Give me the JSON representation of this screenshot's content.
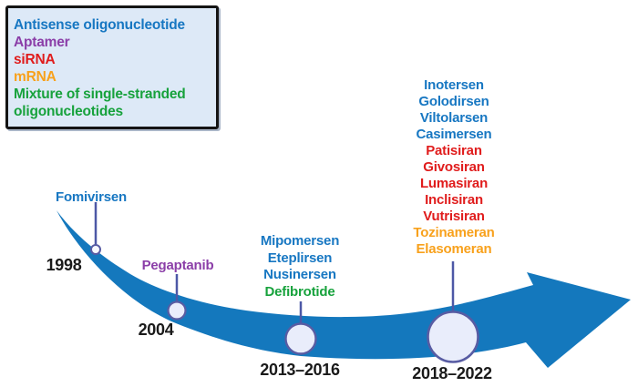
{
  "palette": {
    "blue": "#1777c2",
    "purple": "#8b3ea8",
    "red": "#e01c1c",
    "orange": "#f8a11c",
    "green": "#17a23c",
    "arrow": "#1478bd",
    "node_fill": "#e9edfb",
    "node_fill_small": "#f7f9ff",
    "node_stroke": "#585ca3",
    "connector": "#4d58a6",
    "year_color": "#1a1a1a",
    "legend_bg": "#dde9f7",
    "legend_border": "#141414"
  },
  "legend": {
    "items": [
      {
        "label": "Antisense oligonucleotide",
        "color": "#1777c2"
      },
      {
        "label": "Aptamer",
        "color": "#8b3ea8"
      },
      {
        "label": "siRNA",
        "color": "#e01c1c"
      },
      {
        "label": "mRNA",
        "color": "#f8a11c"
      },
      {
        "label": "Mixture of single-stranded oligonucleotides",
        "color": "#17a23c"
      }
    ]
  },
  "timeline": {
    "milestones": [
      {
        "year": "1998",
        "drugs": [
          {
            "name": "Fomivirsen",
            "color": "#1777c2"
          }
        ]
      },
      {
        "year": "2004",
        "drugs": [
          {
            "name": "Pegaptanib",
            "color": "#8b3ea8"
          }
        ]
      },
      {
        "year": "2013–2016",
        "drugs": [
          {
            "name": "Mipomersen",
            "color": "#1777c2"
          },
          {
            "name": "Eteplirsen",
            "color": "#1777c2"
          },
          {
            "name": "Nusinersen",
            "color": "#1777c2"
          },
          {
            "name": "Defibrotide",
            "color": "#17a23c"
          }
        ]
      },
      {
        "year": "2018–2022",
        "drugs": [
          {
            "name": "Inotersen",
            "color": "#1777c2"
          },
          {
            "name": "Golodirsen",
            "color": "#1777c2"
          },
          {
            "name": "Viltolarsen",
            "color": "#1777c2"
          },
          {
            "name": "Casimersen",
            "color": "#1777c2"
          },
          {
            "name": "Patisiran",
            "color": "#e01c1c"
          },
          {
            "name": "Givosiran",
            "color": "#e01c1c"
          },
          {
            "name": "Lumasiran",
            "color": "#e01c1c"
          },
          {
            "name": "Inclisiran",
            "color": "#e01c1c"
          },
          {
            "name": "Vutrisiran",
            "color": "#e01c1c"
          },
          {
            "name": "Tozinameran",
            "color": "#f8a11c"
          },
          {
            "name": "Elasomeran",
            "color": "#f8a11c"
          }
        ]
      }
    ]
  }
}
